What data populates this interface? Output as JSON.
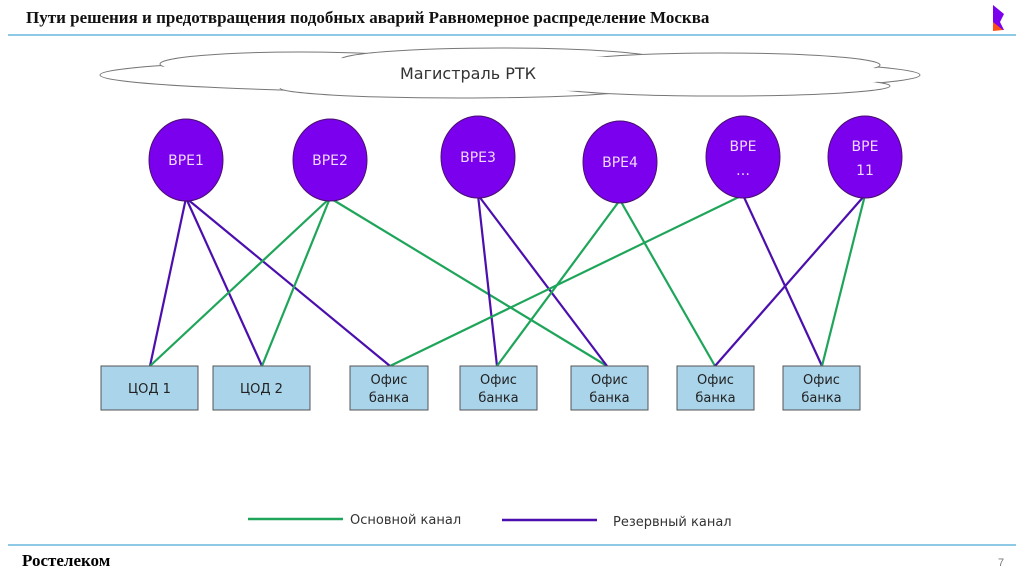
{
  "header": {
    "title": "Пути решения и предотвращения подобных аварий Равномерное распределение Москва"
  },
  "cloud": {
    "label": "Магистраль РТК"
  },
  "colors": {
    "main": "#1fa55a",
    "reserve": "#4b0fae",
    "node": "#7a00ee",
    "box": "#a9d4ea",
    "logo_top": "#7a00ee",
    "logo_bottom": "#ff4f12"
  },
  "nodes": [
    {
      "line1": "BPE1",
      "line2": ""
    },
    {
      "line1": "BPE2",
      "line2": ""
    },
    {
      "line1": "BPE3",
      "line2": ""
    },
    {
      "line1": "BPE4",
      "line2": ""
    },
    {
      "line1": "BPE",
      "line2": "…"
    },
    {
      "line1": "BPE",
      "line2": "11"
    }
  ],
  "boxes": [
    {
      "line1": "ЦОД 1",
      "line2": ""
    },
    {
      "line1": "ЦОД 2",
      "line2": ""
    },
    {
      "line1": "Офис",
      "line2": "банка"
    },
    {
      "line1": "Офис",
      "line2": "банка"
    },
    {
      "line1": "Офис",
      "line2": "банка"
    },
    {
      "line1": "Офис",
      "line2": "банка"
    },
    {
      "line1": "Офис",
      "line2": "банка"
    }
  ],
  "links": [
    {
      "from": 0,
      "to": 0,
      "type": "reserve"
    },
    {
      "from": 0,
      "to": 1,
      "type": "reserve"
    },
    {
      "from": 0,
      "to": 2,
      "type": "reserve"
    },
    {
      "from": 1,
      "to": 0,
      "type": "main"
    },
    {
      "from": 1,
      "to": 1,
      "type": "main"
    },
    {
      "from": 1,
      "to": 4,
      "type": "main"
    },
    {
      "from": 2,
      "to": 3,
      "type": "reserve"
    },
    {
      "from": 2,
      "to": 4,
      "type": "reserve"
    },
    {
      "from": 3,
      "to": 3,
      "type": "main"
    },
    {
      "from": 3,
      "to": 5,
      "type": "main"
    },
    {
      "from": 4,
      "to": 2,
      "type": "main"
    },
    {
      "from": 4,
      "to": 6,
      "type": "reserve"
    },
    {
      "from": 5,
      "to": 5,
      "type": "reserve"
    },
    {
      "from": 5,
      "to": 6,
      "type": "main"
    }
  ],
  "legend": {
    "main": "Основной канал",
    "reserve": "Резервный канал"
  },
  "footer": {
    "brand": "Ростелеком",
    "page": "7"
  }
}
